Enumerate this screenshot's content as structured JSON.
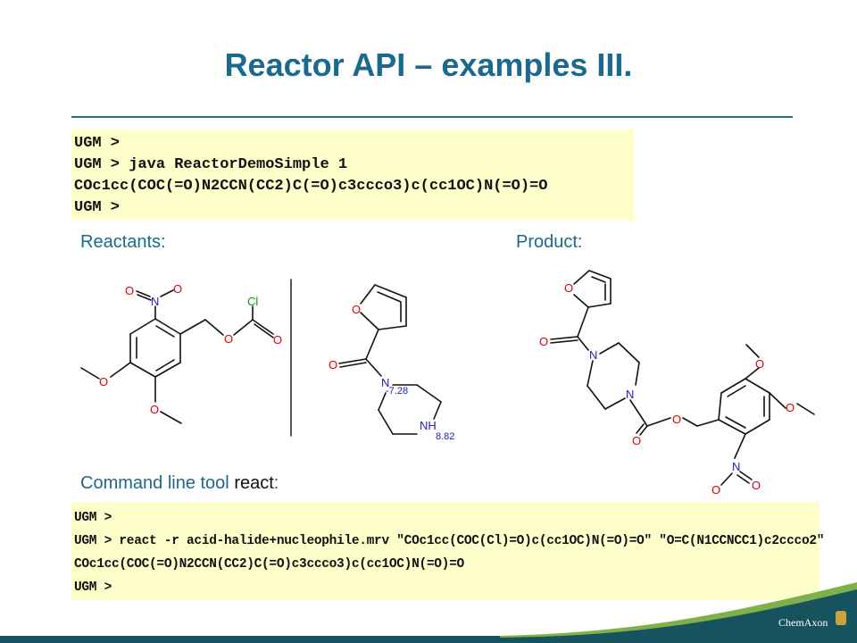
{
  "slide": {
    "title": "Reactor API – examples III.",
    "labels": {
      "reactants": "Reactants:",
      "product": "Product:",
      "command_prefix": "Command line tool ",
      "command_word": "react",
      "command_suffix": ":"
    }
  },
  "console_top": {
    "lines": [
      "UGM >",
      "UGM > java ReactorDemoSimple 1",
      "COc1cc(COC(=O)N2CCN(CC2)C(=O)c3ccco3)c(cc1OC)N(=O)=O",
      "UGM >"
    ]
  },
  "console_bottom": {
    "lines": [
      "UGM >",
      "UGM > react -r acid-halide+nucleophile.mrv \"COc1cc(COC(Cl)=O)c(cc1OC)N(=O)=O\" \"O=C(N1CCNCC1)c2ccco2\"",
      "COc1cc(COC(=O)N2CCN(CC2)C(=O)c3ccco3)c(cc1OC)N(=O)=O",
      "UGM >"
    ]
  },
  "annotations": {
    "pka_n": "-7.28",
    "pka_nh": "8.82"
  },
  "atoms": {
    "O": "O",
    "N": "N",
    "Cl": "Cl",
    "NH": "NH"
  },
  "brand": {
    "logo": "ChemAxon",
    "accent": "#1b6a8e",
    "console_bg": "#ffffcc",
    "atom_red": "#e00000",
    "atom_blue": "#2020c0"
  }
}
